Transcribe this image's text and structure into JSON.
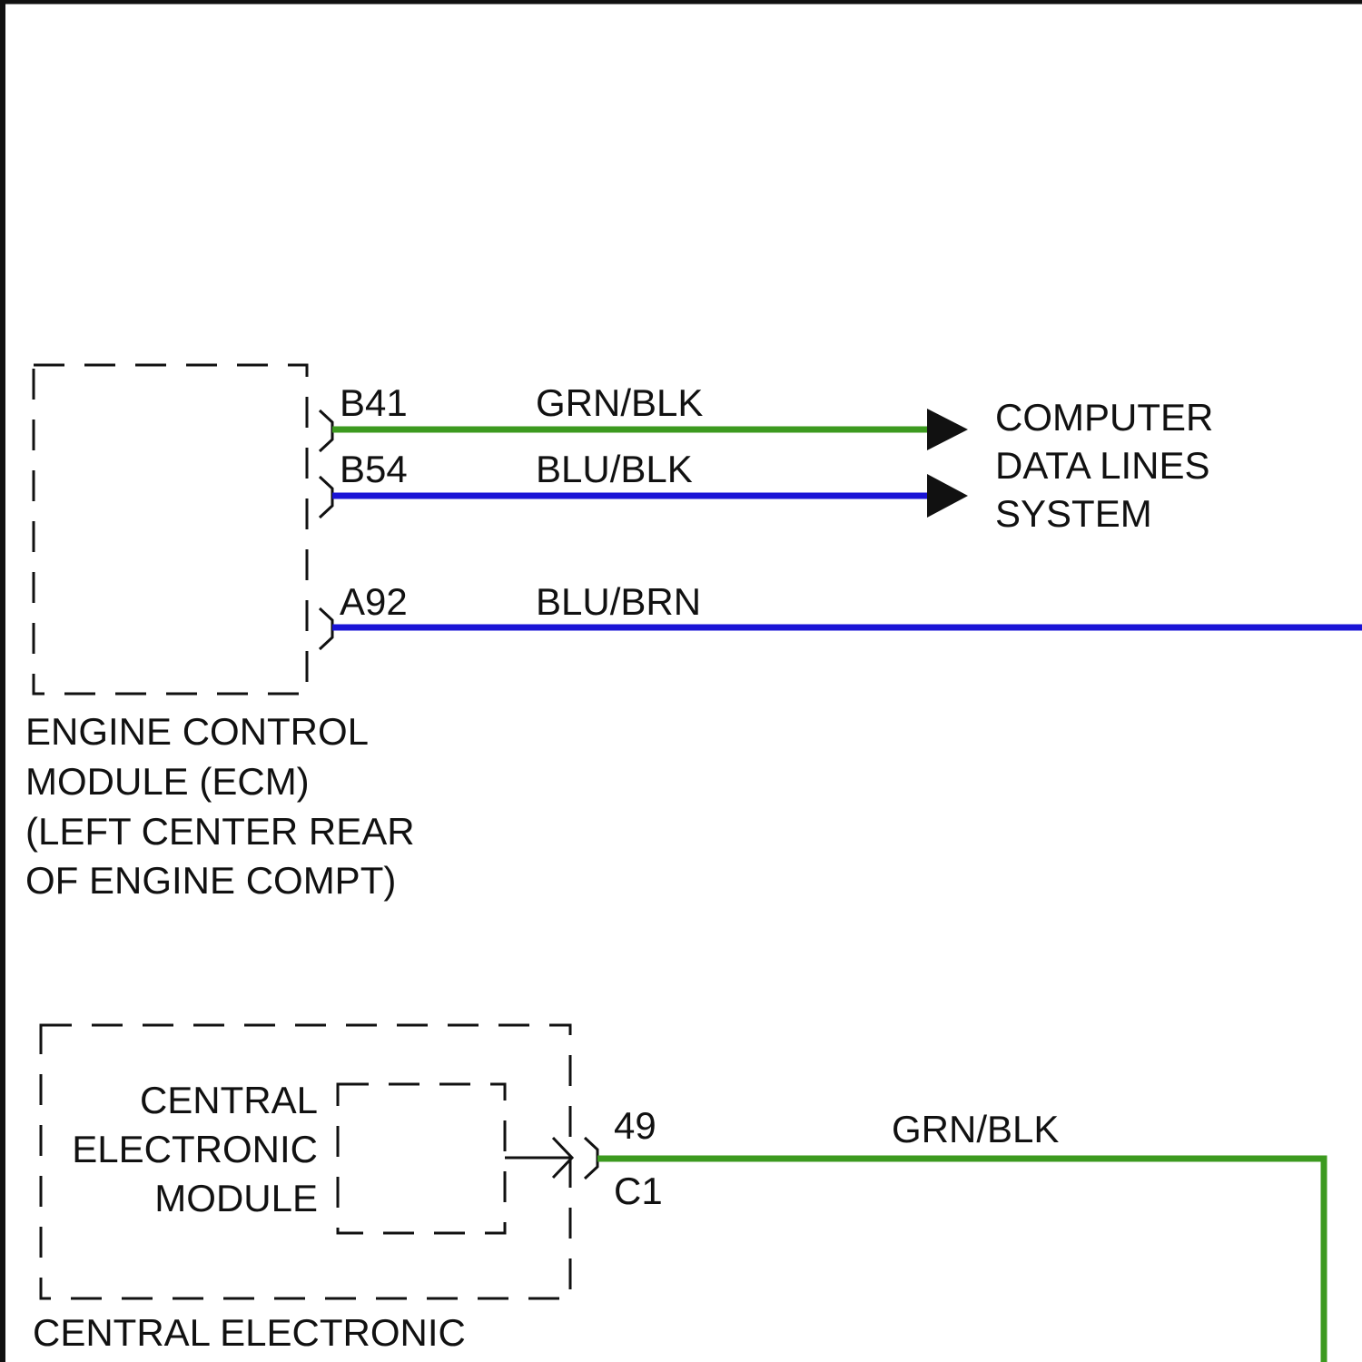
{
  "colors": {
    "green_wire": "#3c9a1f",
    "blue_wire": "#1a14d6",
    "outline": "#111111"
  },
  "ecm": {
    "pins": [
      {
        "pin": "B41",
        "wire": "GRN/BLK",
        "color": "green"
      },
      {
        "pin": "B54",
        "wire": "BLU/BLK",
        "color": "blue"
      },
      {
        "pin": "A92",
        "wire": "BLU/BRN",
        "color": "blue"
      }
    ],
    "label_lines": [
      "ENGINE CONTROL",
      "MODULE (ECM)",
      "(LEFT CENTER REAR",
      "OF ENGINE COMPT)"
    ]
  },
  "data_lines": {
    "label_lines": [
      "COMPUTER",
      "DATA LINES",
      "SYSTEM"
    ]
  },
  "cem": {
    "inner_label_lines": [
      "CENTRAL",
      "ELECTRONIC",
      "MODULE"
    ],
    "pin": "49",
    "connector": "C1",
    "wire": "GRN/BLK",
    "label_lines": [
      "CENTRAL ELECTRONIC"
    ]
  }
}
